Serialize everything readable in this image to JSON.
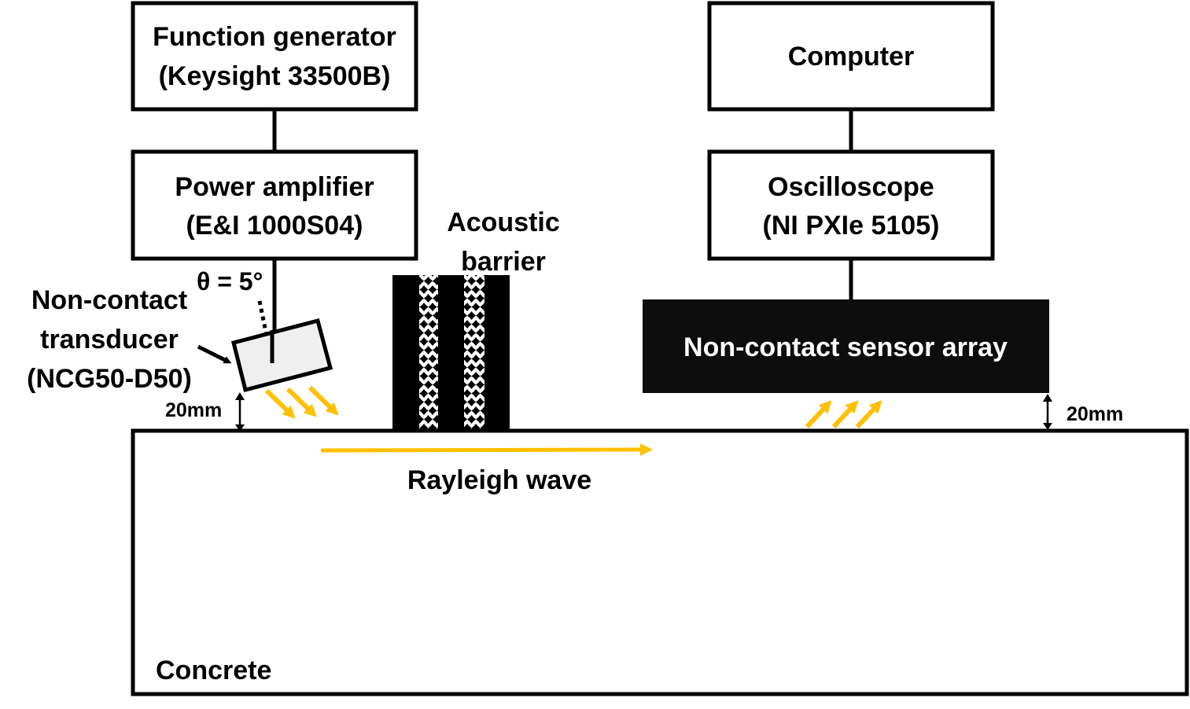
{
  "diagram": {
    "colors": {
      "wave": "#FFC000",
      "stroke": "#000000",
      "transducer_fill": "#EFEFEF",
      "sensor_fill": "#0D0D0D"
    },
    "boxes": {
      "function_generator": {
        "line1": "Function generator",
        "line2": "(Keysight 33500B)"
      },
      "power_amplifier": {
        "line1": "Power amplifier",
        "line2": "(E&I 1000S04)"
      },
      "computer": {
        "line1": "Computer"
      },
      "oscilloscope": {
        "line1": "Oscilloscope",
        "line2": "(NI PXIe 5105)"
      },
      "sensor_array": {
        "line1": "Non-contact sensor array"
      }
    },
    "labels": {
      "angle": "θ = 5°",
      "transducer_line1": "Non-contact",
      "transducer_line2": "transducer",
      "transducer_line3": "(NCG50-D50)",
      "gap_left": "20mm",
      "gap_right": "20mm",
      "barrier_line1": "Acoustic",
      "barrier_line2": "barrier",
      "rayleigh_wave": "Rayleigh wave",
      "concrete": "Concrete"
    }
  }
}
